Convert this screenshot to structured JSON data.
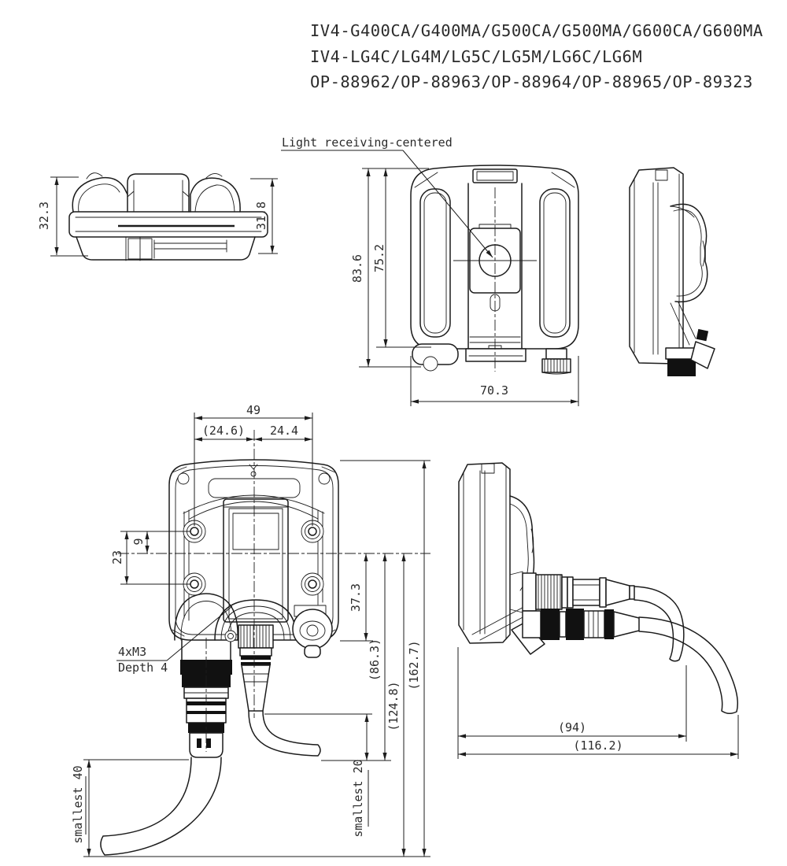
{
  "colors": {
    "line": "#1c1c1c",
    "text": "#2b2b2b",
    "background": "#ffffff"
  },
  "header": {
    "line1": "IV4-G400CA/G400MA/G500CA/G500MA/G600CA/G600MA",
    "line2": "IV4-LG4C/LG4M/LG5C/LG5M/LG6C/LG6M",
    "line3": "OP-88962/OP-88963/OP-88964/OP-88965/OP-89323"
  },
  "top_view": {
    "dim_height_left": "32.3",
    "dim_height_right": "31.8"
  },
  "front_view": {
    "leader_label": "Light receiving-centered",
    "dim_height_outer": "83.6",
    "dim_height_body": "75.2",
    "dim_width": "70.3"
  },
  "rear_view": {
    "dim_screw_span": "49",
    "dim_left_of_center": "(24.6)",
    "dim_right_of_center": "24.4",
    "dim_screw_pitch": "23",
    "dim_screw_to_center": "9",
    "dim_center_to_bottom": "37.3",
    "dim_center_to_connector": "(86.3)",
    "dim_center_to_cable": "(124.8)",
    "dim_total_height": "(162.7)",
    "screw_note_line1": "4xM3",
    "screw_note_line2": "Depth 4",
    "bend_note_left": "smallest 40",
    "bend_note_center": "smallest 20"
  },
  "side_view": {
    "dim_body_to_cable": "(94)",
    "dim_total_width": "(116.2)"
  }
}
